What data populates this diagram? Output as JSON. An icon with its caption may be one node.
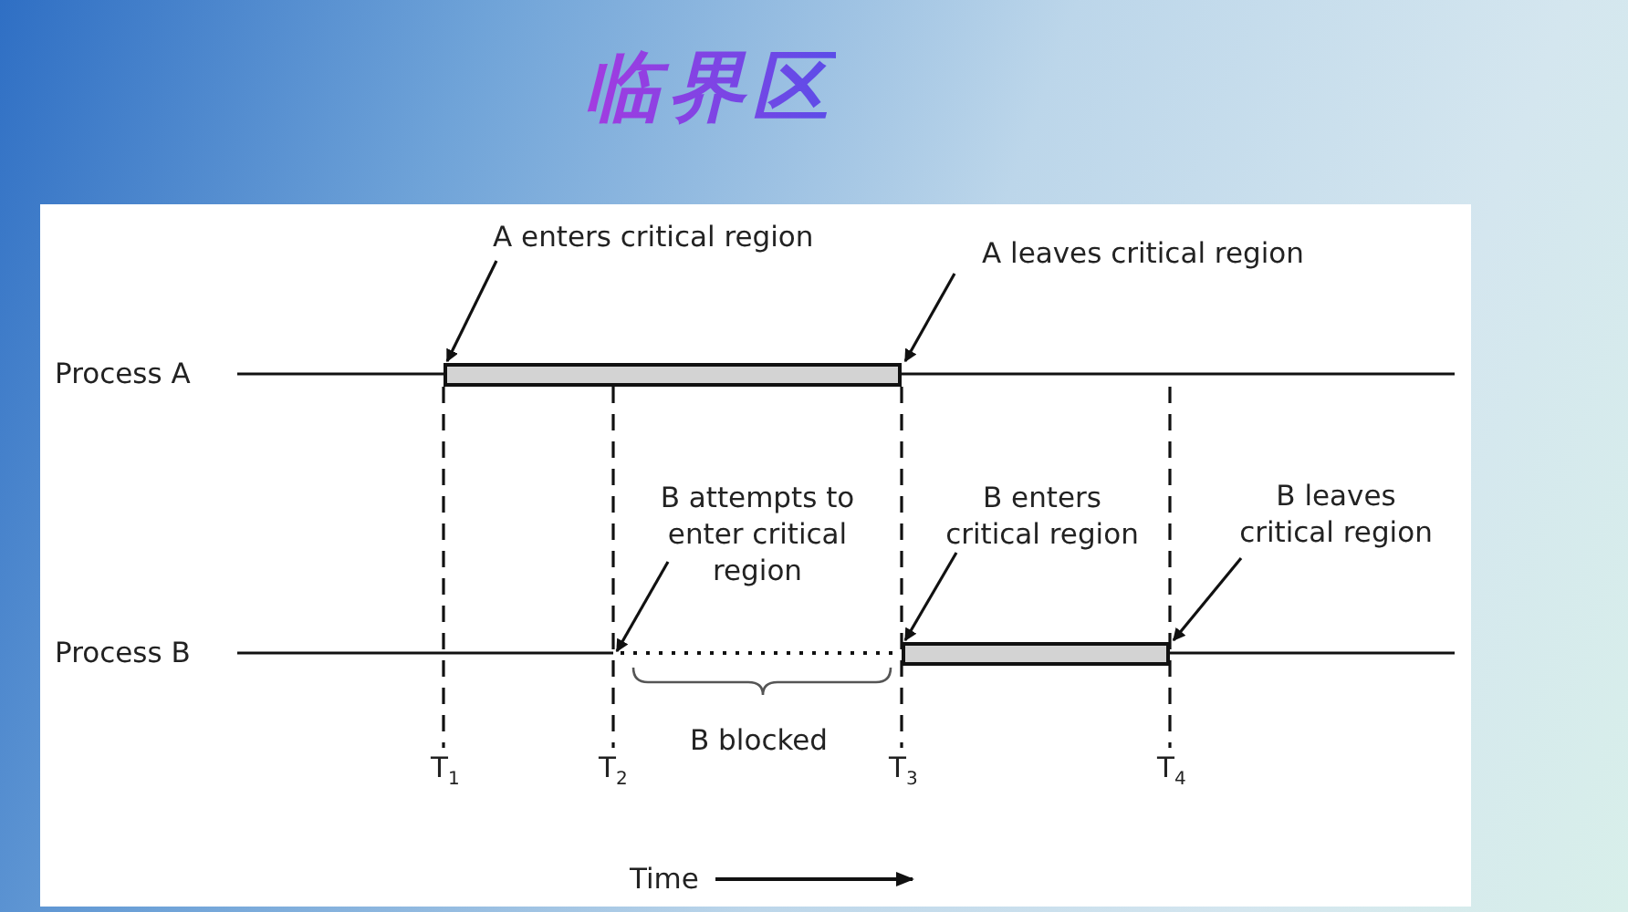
{
  "diagram": {
    "title": "临界区",
    "nodes": [
      {
        "text": [
          "A enters critical region"
        ]
      },
      {
        "text": [],
        "shape": "bar"
      },
      {
        "text": [
          "A leaves critical region"
        ]
      },
      {
        "text": [
          "B attempts to enter critical region"
        ]
      },
      {
        "text": [
          "B enters critical region"
        ]
      },
      {
        "text": [],
        "shape": "bar"
      },
      {
        "text": [
          "B leaves critical region"
        ]
      },
      {
        "text": [],
        "shape": "line"
      }
    ],
    "edges": [
      {
        "from": 0,
        "to": 1,
        "arrow": "to"
      },
      {
        "from": 2,
        "to": 1,
        "arrow": "to"
      },
      {
        "from": 3,
        "to": 7,
        "arrow": "to"
      },
      {
        "from": 4,
        "to": 5,
        "arrow": "to"
      },
      {
        "from": 6,
        "to": 5,
        "arrow": "to"
      }
    ],
    "labels": [
      "Process A",
      "Process B",
      "B blocked",
      "T$_{1}$",
      "T$_{2}$",
      "T$_{3}$",
      "T$_{4}$",
      "Time"
    ]
  }
}
